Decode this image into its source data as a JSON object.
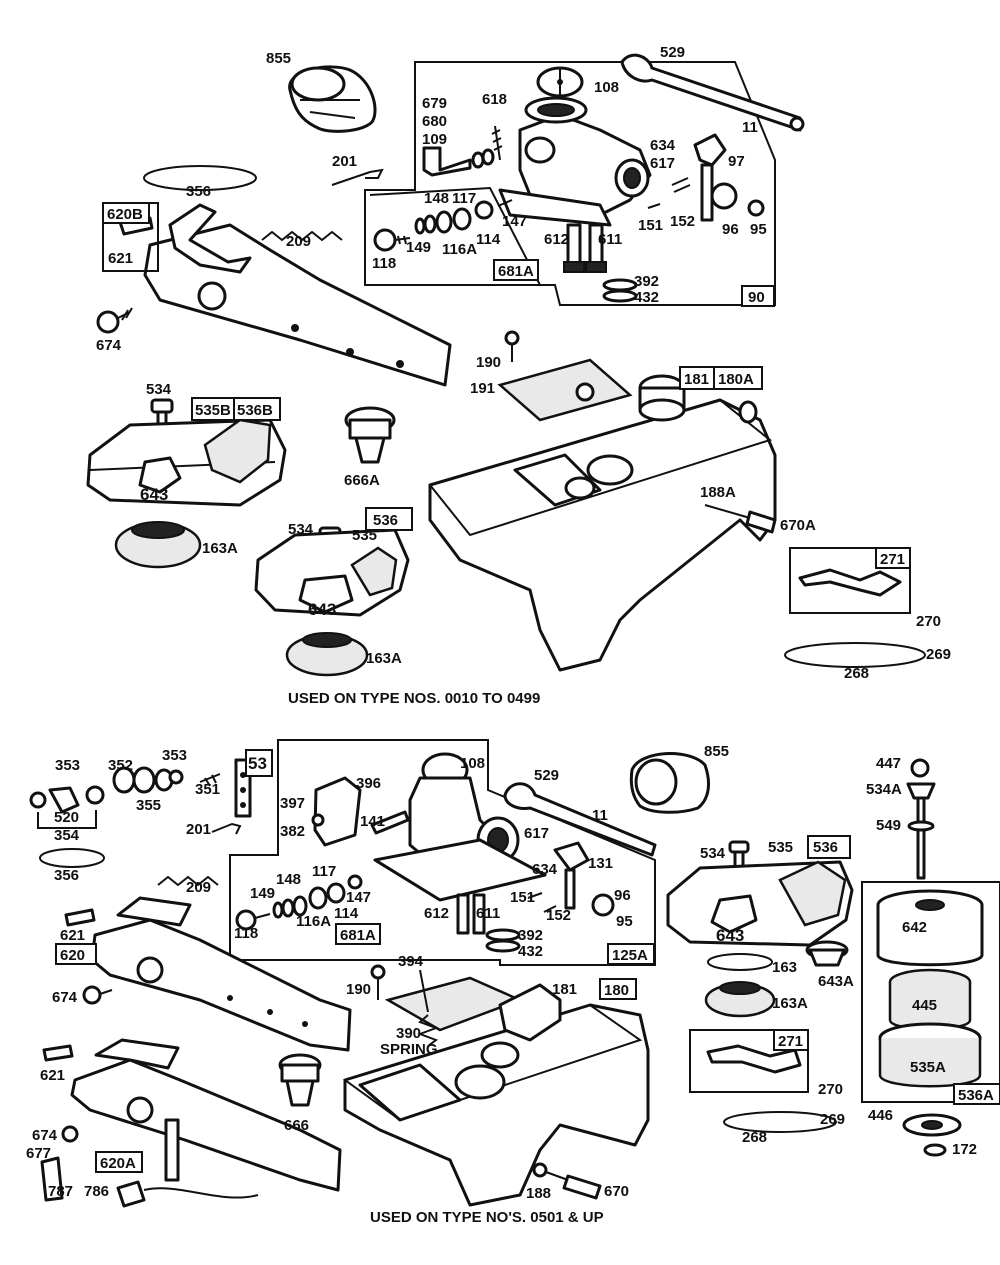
{
  "captions": {
    "top": "USED ON TYPE NOS. 0010 TO 0499",
    "bottom": "USED ON TYPE NO'S. 0501 & UP"
  },
  "top_labels": {
    "p855": "855",
    "p529": "529",
    "p108": "108",
    "p618": "618",
    "p679": "679",
    "p680": "680",
    "p109": "109",
    "p634": "634",
    "p617": "617",
    "p97": "97",
    "p11": "11",
    "p201": "201",
    "p356": "356",
    "p620B": "620B",
    "p621": "621",
    "p209": "209",
    "p148": "148",
    "p117": "117",
    "p147": "147",
    "p118": "118",
    "p149": "149",
    "p116A": "116A",
    "p114": "114",
    "p681A": "681A",
    "p151": "151",
    "p152": "152",
    "p96": "96",
    "p95": "95",
    "p612": "612",
    "p611": "611",
    "p392": "392",
    "p432": "432",
    "p90": "90",
    "p674": "674",
    "p190": "190",
    "p191": "191",
    "p181": "181",
    "p180A": "180A",
    "p534": "534",
    "p535B": "535B",
    "p536B": "536B",
    "p643": "643",
    "p666A": "666A",
    "p163A": "163A",
    "p534b": "534",
    "p536": "536",
    "p535": "535",
    "p643b": "643",
    "p163Ab": "163A",
    "p188A": "188A",
    "p670A": "670A",
    "p271": "271",
    "p270": "270",
    "p269": "269",
    "p268": "268"
  },
  "bottom_labels": {
    "p353a": "353",
    "p352": "352",
    "p353b": "353",
    "p53": "53",
    "p396": "396",
    "p108": "108",
    "p855": "855",
    "p529": "529",
    "p11": "11",
    "p447": "447",
    "p534A": "534A",
    "p549": "549",
    "p520": "520",
    "p355": "355",
    "p351": "351",
    "p354": "354",
    "p397": "397",
    "p382": "382",
    "p141": "141",
    "p617": "617",
    "p634": "634",
    "p131": "131",
    "p534": "534",
    "p535": "535",
    "p536": "536",
    "p201": "201",
    "p356": "356",
    "p209": "209",
    "p148": "148",
    "p117": "117",
    "p149": "149",
    "p147": "147",
    "p116A": "116A",
    "p114": "114",
    "p118": "118",
    "p681A": "681A",
    "p151": "151",
    "p152": "152",
    "p96": "96",
    "p95": "95",
    "p612": "612",
    "p611": "611",
    "p392": "392",
    "p432": "432",
    "p125A": "125A",
    "p621": "621",
    "p620": "620",
    "p674": "674",
    "p190": "190",
    "p394": "394",
    "p181": "181",
    "p180": "180",
    "p643": "643",
    "p642": "642",
    "p163": "163",
    "p643A": "643A",
    "p163A": "163A",
    "p445": "445",
    "p390": "390",
    "p spring": "SPRING",
    "p621b": "621",
    "p666": "666",
    "p271": "271",
    "p535A": "535A",
    "p536A": "536A",
    "p270": "270",
    "p269": "269",
    "p446": "446",
    "p268": "268",
    "p172": "172",
    "p674b": "674",
    "p677": "677",
    "p620A": "620A",
    "p787": "787",
    "p786": "786",
    "p188": "188",
    "p670": "670"
  }
}
